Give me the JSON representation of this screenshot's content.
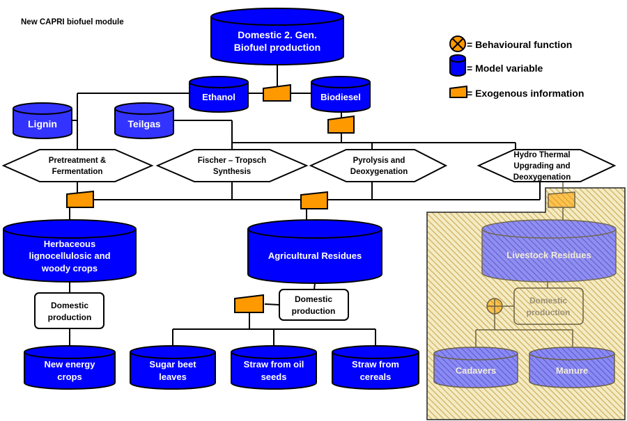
{
  "title": "New CAPRI biofuel module",
  "legend": {
    "behavioural": "= Behavioural function",
    "model_variable": "= Model variable",
    "exogenous": "= Exogenous information"
  },
  "colors": {
    "model_variable": "#0000ff",
    "model_variable_light": "#3333ff",
    "exogenous": "#ff9900",
    "hatch_bg": "#f2e7b8",
    "hatch_line": "#c8a84a",
    "muted_cyl": "#7b7bf0"
  },
  "nodes": {
    "domestic_biofuel": [
      "Domestic 2. Gen.",
      "Biofuel production"
    ],
    "ethanol": [
      "Ethanol"
    ],
    "biodiesel": [
      "Biodiesel"
    ],
    "lignin": [
      "Lignin"
    ],
    "teilgas": [
      "Teilgas"
    ],
    "pretreatment": [
      "Pretreatment &",
      "Fermentation"
    ],
    "fischer": [
      "Fischer – Tropsch",
      "Synthesis"
    ],
    "pyrolysis": [
      "Pyrolysis and",
      "Deoxygenation"
    ],
    "hydro": [
      "Hydro Thermal",
      "Upgrading and",
      "Deoxygenation"
    ],
    "herbaceous": [
      "Herbaceous",
      "lignocellulosic and",
      "woody crops"
    ],
    "agri_residues": [
      "Agricultural Residues"
    ],
    "livestock_residues": [
      "Livestock Residues"
    ],
    "dom_prod_herb": [
      "Domestic",
      "production"
    ],
    "dom_prod_agri": [
      "Domestic",
      "production"
    ],
    "dom_prod_live": [
      "Domestic",
      "production"
    ],
    "new_energy": [
      "New energy",
      "crops"
    ],
    "sugar_beet": [
      "Sugar beet",
      "leaves"
    ],
    "straw_oil": [
      "Straw from oil",
      "seeds"
    ],
    "straw_cereals": [
      "Straw from",
      "cereals"
    ],
    "cadavers": [
      "Cadavers"
    ],
    "manure": [
      "Manure"
    ]
  }
}
